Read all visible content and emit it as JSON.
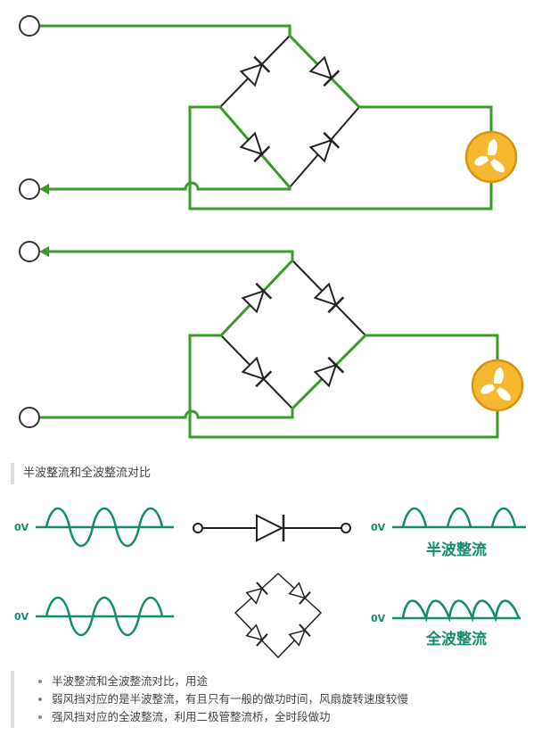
{
  "caption": "半波整流和全波整流对比",
  "zero_label": "0V",
  "half_label": "半波整流",
  "full_label": "全波整流",
  "notes": [
    "半波整流和全波整流对比，用途",
    "弱风挡对应的是半波整流，有且只有一般的做功时间，风扇旋转速度较慢",
    "强风挡对应的全波整流，利用二极管整流桥，全时段做功"
  ],
  "colors": {
    "current": "#3a9a2a",
    "wave": "#128c6e",
    "fan": "#f5b82e",
    "wire": "#222222"
  }
}
